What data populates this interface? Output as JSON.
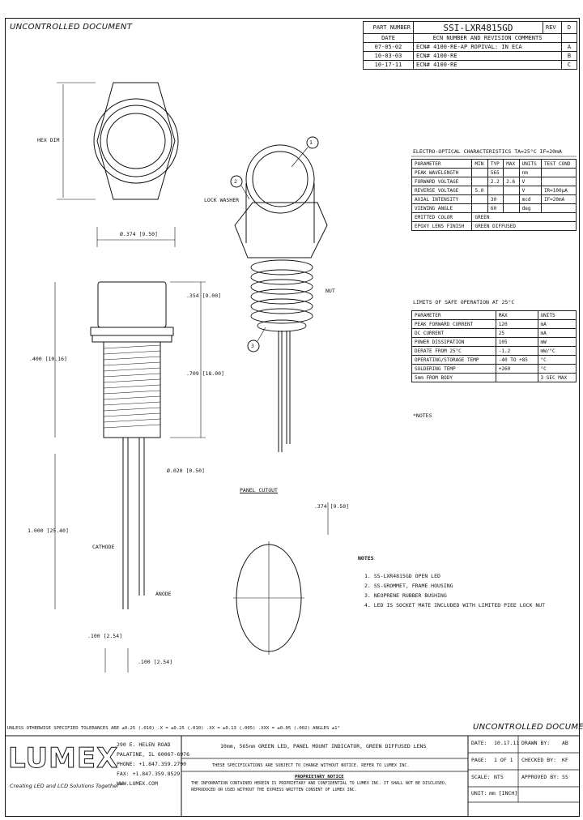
{
  "stamp": "UNCONTROLLED DOCUMENT",
  "header": {
    "part_number_label": "PART NUMBER",
    "part_number": "SSI-LXR4815GD",
    "rev_label": "REV",
    "rev": "D",
    "date_col": "DATE",
    "desc_col": "ECN NUMBER AND REVISION COMMENTS",
    "revisions": [
      {
        "date": "07-05-02",
        "desc": "ECN# 4100-RE-AP ROPIVAL: IN ECA",
        "rev": "A"
      },
      {
        "date": "10-03-03",
        "desc": "ECN# 4100-RE",
        "rev": "B"
      },
      {
        "date": "10-17-11",
        "desc": "ECN# 4100-RE",
        "rev": "C"
      }
    ]
  },
  "electro": {
    "title": "ELECTRO-OPTICAL CHARACTERISTICS TA=25°C     IF=20mA",
    "headers": [
      "PARAMETER",
      "MIN",
      "TYP",
      "MAX",
      "UNITS",
      "TEST COND"
    ],
    "rows": [
      [
        "PEAK WAVELENGTH",
        "",
        "565",
        "",
        "nm",
        ""
      ],
      [
        "FORWARD VOLTAGE",
        "",
        "2.2",
        "2.6",
        "V",
        ""
      ],
      [
        "REVERSE VOLTAGE",
        "5.0",
        "",
        "",
        "V",
        "IR=100µA"
      ],
      [
        "AXIAL INTENSITY",
        "",
        "30",
        "",
        "mcd",
        "IF=20mA"
      ],
      [
        "VIEWING ANGLE",
        "",
        "60",
        "",
        "deg",
        ""
      ],
      [
        "EMITTED COLOR",
        "GREEN",
        "",
        "",
        "",
        ""
      ],
      [
        "EPOXY LENS FINISH",
        "GREEN DIFFUSED",
        "",
        "",
        "",
        ""
      ]
    ]
  },
  "limits": {
    "title": "LIMITS OF SAFE OPERATION AT 25°C",
    "headers": [
      "PARAMETER",
      "MAX",
      "UNITS"
    ],
    "rows": [
      [
        "PEAK FORWARD CURRENT",
        "120",
        "mA"
      ],
      [
        "DC CURRENT",
        "25",
        "mA"
      ],
      [
        "POWER DISSIPATION",
        "105",
        "mW"
      ],
      [
        "DERATE FROM 25°C",
        "-1.2",
        "mW/°C"
      ],
      [
        "OPERATING/STORAGE TEMP",
        "-40 TO +85",
        "°C"
      ],
      [
        "SOLDERING TEMP",
        "+260",
        "°C"
      ],
      [
        "5mm FROM BODY",
        "",
        "3 SEC MAX"
      ]
    ],
    "footnote": "*NOTES"
  },
  "drawing": {
    "hex_dim": "HEX DIM",
    "dim_1": "Ø.374 [9.50]",
    "dim_height": ".354 [9.00]",
    "dim_length": ".709 [18.00]",
    "dim_thread": ".400 [10.16]",
    "dim_lead_dia": "Ø.020 [0.50]",
    "dim_lead_len": "1.000 [25.40]",
    "dim_pitch": ".100 [2.54]",
    "dim_lead_space": ".100 [2.54]",
    "label_cathode": "CATHODE",
    "label_anode": "ANODE",
    "label_lock_washer": "LOCK WASHER",
    "label_nut": "NUT",
    "panel_cutout": "PANEL CUTOUT",
    "panel_dim": ".374 [9.50]",
    "balloon_1": "1",
    "balloon_2": "2",
    "balloon_3": "3"
  },
  "notes": {
    "title": "NOTES",
    "lines": [
      "1. SS-LXR4815GD OPEN LED",
      "2. SS-GROMMET, FRAME HOUSING",
      "3. NEOPRENE RUBBER BUSHING",
      "4. LED IS SOCKET MATE INCLUDED WITH LIMITED PIEE LOCK NUT"
    ]
  },
  "tolerance": "UNLESS OTHERWISE SPECIFIED TOLERANCES ARE ±0.25 (.010)  .X = ±0.25 (.010)  .XX = ±0.13 (.005)  .XXX = ±0.05 (.002)  ANGLES ±1°",
  "company": {
    "logo": "LUMEX",
    "tagline": "Creating LED and LCD Solutions Together™",
    "address": [
      "290 E. HELEN ROAD",
      "PALATINE, IL 60067-6976",
      "PHONE: +1.847.359.2790",
      "FAX: +1.847.359.8529",
      "WWW.LUMEX.COM"
    ]
  },
  "title_block": {
    "title": "10mm, 565nm GREEN LED, PANEL MOUNT INDICATOR, GREEN DIFFUSED LENS",
    "spec_note": "THESE SPECIFICATIONS ARE SUBJECT TO CHANGE WITHOUT NOTICE. REFER TO LUMEX INC.",
    "prop_title": "PROPRIETARY NOTICE",
    "prop_text_1": "THE INFORMATION CONTAINED HEREIN IS PROPRIETARY AND CONFIDENTIAL TO LUMEX INC. IT SHALL NOT BE DISCLOSED,",
    "prop_text_2": "REPRODUCED OR USED WITHOUT THE EXPRESS WRITTEN CONSENT OF LUMEX INC.",
    "date_label": "DATE:",
    "date": "10.17.11",
    "drawn_label": "DRAWN BY:",
    "drawn": "AB",
    "page_label": "PAGE:",
    "page": "1 OF 1",
    "checked_label": "CHECKED BY:",
    "checked": "KF",
    "scale_label": "SCALE:",
    "scale": "NTS",
    "approved_label": "APPROVED BY:",
    "approved": "SS",
    "unit_label": "UNIT:",
    "unit": "mm [INCH]"
  }
}
